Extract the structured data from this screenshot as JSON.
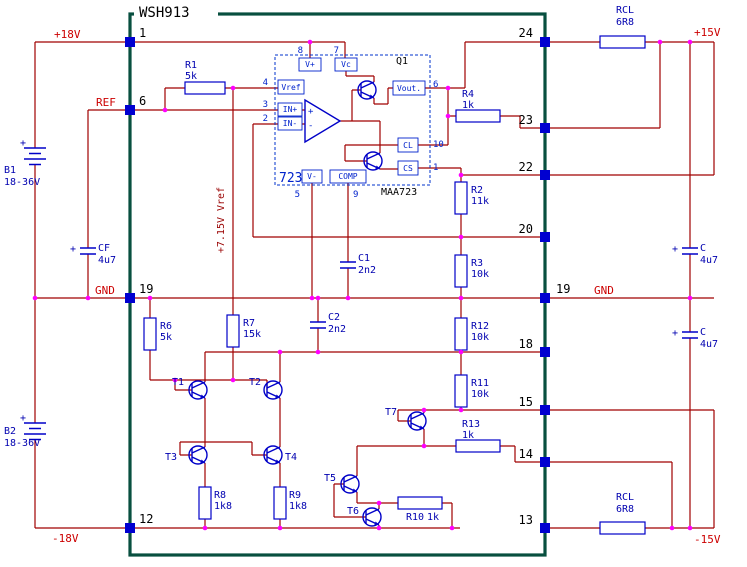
{
  "title": "WSH913",
  "colors": {
    "wire": "#a00000",
    "symbol": "#0000c8",
    "junction": "#ff00ff",
    "pin_square": "#0000d0",
    "module_border": "#084f3f",
    "net_label": "#cc0000"
  },
  "nets": {
    "vplus18": "+18V",
    "ref": "REF",
    "gnd_left": "GND",
    "vminus18": "-18V",
    "vplus15": "+15V",
    "gnd_right": "GND",
    "vminus15": "-15V",
    "vref_rail": "+7.15V Vref"
  },
  "pins": {
    "p1": "1",
    "p6": "6",
    "p19_left": "19",
    "p12": "12",
    "p24": "24",
    "p23": "23",
    "p22": "22",
    "p20": "20",
    "p19_right": "19",
    "p18": "18",
    "p15": "15",
    "p14": "14",
    "p13": "13"
  },
  "ic": {
    "label": "723",
    "part": "MAA723",
    "pin_names": {
      "vref": "Vref",
      "in_plus": "IN+",
      "in_minus": "IN-",
      "v_plus": "V+",
      "vc": "Vc",
      "vout": "Vout.",
      "cl": "CL",
      "cs": "CS",
      "v_minus": "V-",
      "comp": "COMP"
    },
    "pin_numbers": {
      "vref": "4",
      "in_plus": "3",
      "in_minus": "2",
      "v_plus": "8",
      "vc": "7",
      "vout": "6",
      "cl": "10",
      "cs": "1",
      "v_minus": "5",
      "comp": "9"
    }
  },
  "components": {
    "r1": {
      "name": "R1",
      "value": "5k"
    },
    "r2": {
      "name": "R2",
      "value": "11k"
    },
    "r3": {
      "name": "R3",
      "value": "10k"
    },
    "r4": {
      "name": "R4",
      "value": "1k"
    },
    "r6": {
      "name": "R6",
      "value": "5k"
    },
    "r7": {
      "name": "R7",
      "value": "15k"
    },
    "r8": {
      "name": "R8",
      "value": "1k8"
    },
    "r9": {
      "name": "R9",
      "value": "1k8"
    },
    "r10": {
      "name": "R10",
      "value": "1k"
    },
    "r11": {
      "name": "R11",
      "value": "10k"
    },
    "r12": {
      "name": "R12",
      "value": "10k"
    },
    "r13": {
      "name": "R13",
      "value": "1k"
    },
    "rcl_top": {
      "name": "RCL",
      "value": "6R8"
    },
    "rcl_bottom": {
      "name": "RCL",
      "value": "6R8"
    },
    "c1": {
      "name": "C1",
      "value": "2n2"
    },
    "c2": {
      "name": "C2",
      "value": "2n2"
    },
    "cf": {
      "name": "CF",
      "value": "4u7"
    },
    "c_top": {
      "name": "C",
      "value": "4u7"
    },
    "c_bottom": {
      "name": "C",
      "value": "4u7"
    },
    "b1": {
      "name": "B1",
      "value": "18-36V"
    },
    "b2": {
      "name": "B2",
      "value": "18-36V"
    },
    "q1": {
      "name": "Q1"
    },
    "t1": {
      "name": "T1"
    },
    "t2": {
      "name": "T2"
    },
    "t3": {
      "name": "T3"
    },
    "t4": {
      "name": "T4"
    },
    "t5": {
      "name": "T5"
    },
    "t6": {
      "name": "T6"
    },
    "t7": {
      "name": "T7"
    }
  },
  "symbols": {
    "plus": "+",
    "minus": "-"
  }
}
